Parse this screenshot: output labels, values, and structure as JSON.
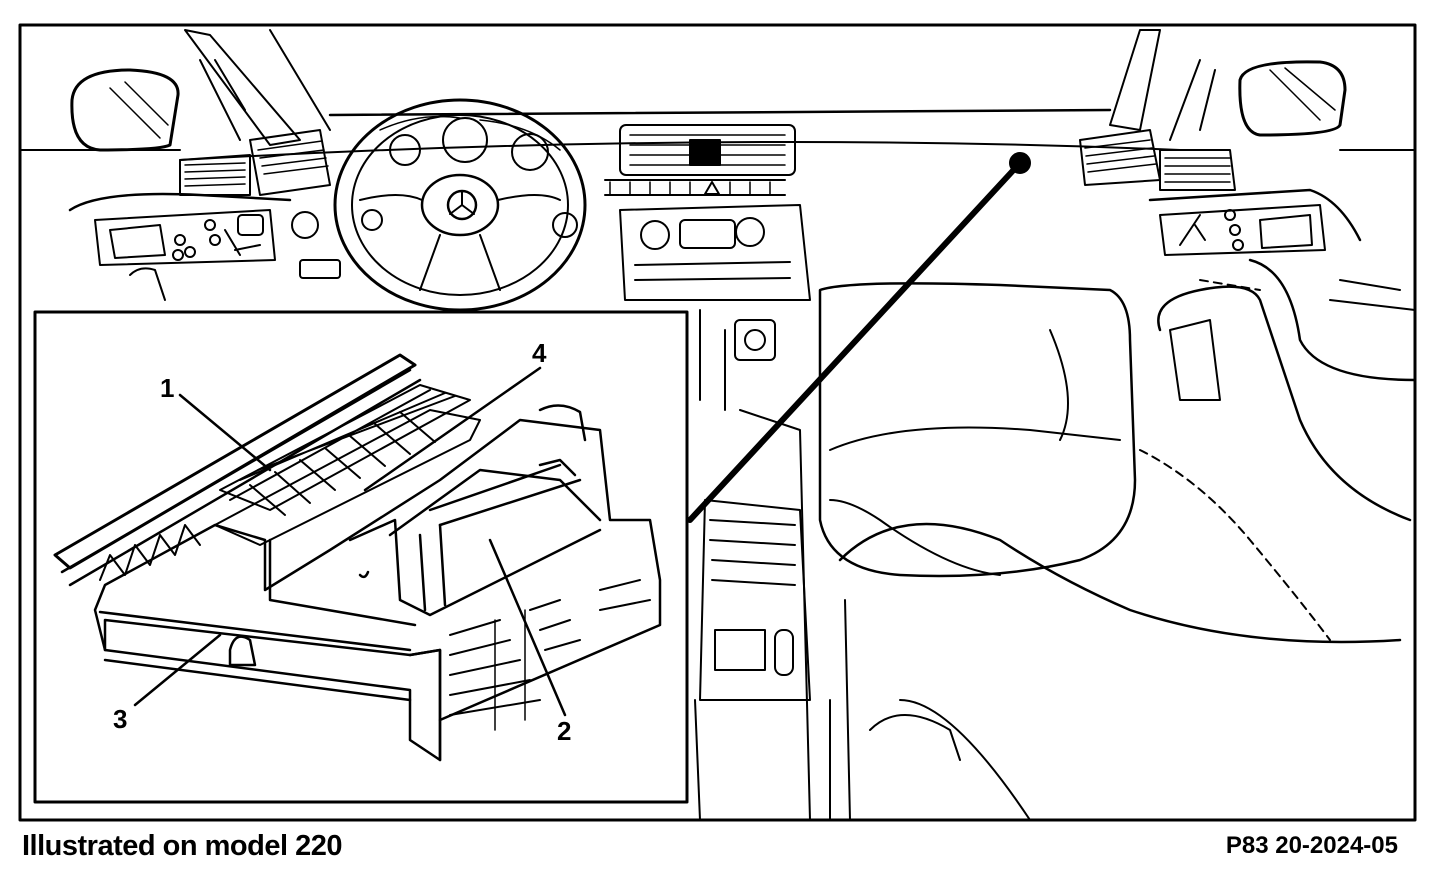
{
  "caption": "Illustrated on model 220",
  "reference": "P83 20-2024-05",
  "callouts": [
    {
      "id": "1",
      "label": "1"
    },
    {
      "id": "2",
      "label": "2"
    },
    {
      "id": "3",
      "label": "3"
    },
    {
      "id": "4",
      "label": "4"
    }
  ],
  "colors": {
    "ink": "#000000",
    "paper": "#ffffff"
  }
}
